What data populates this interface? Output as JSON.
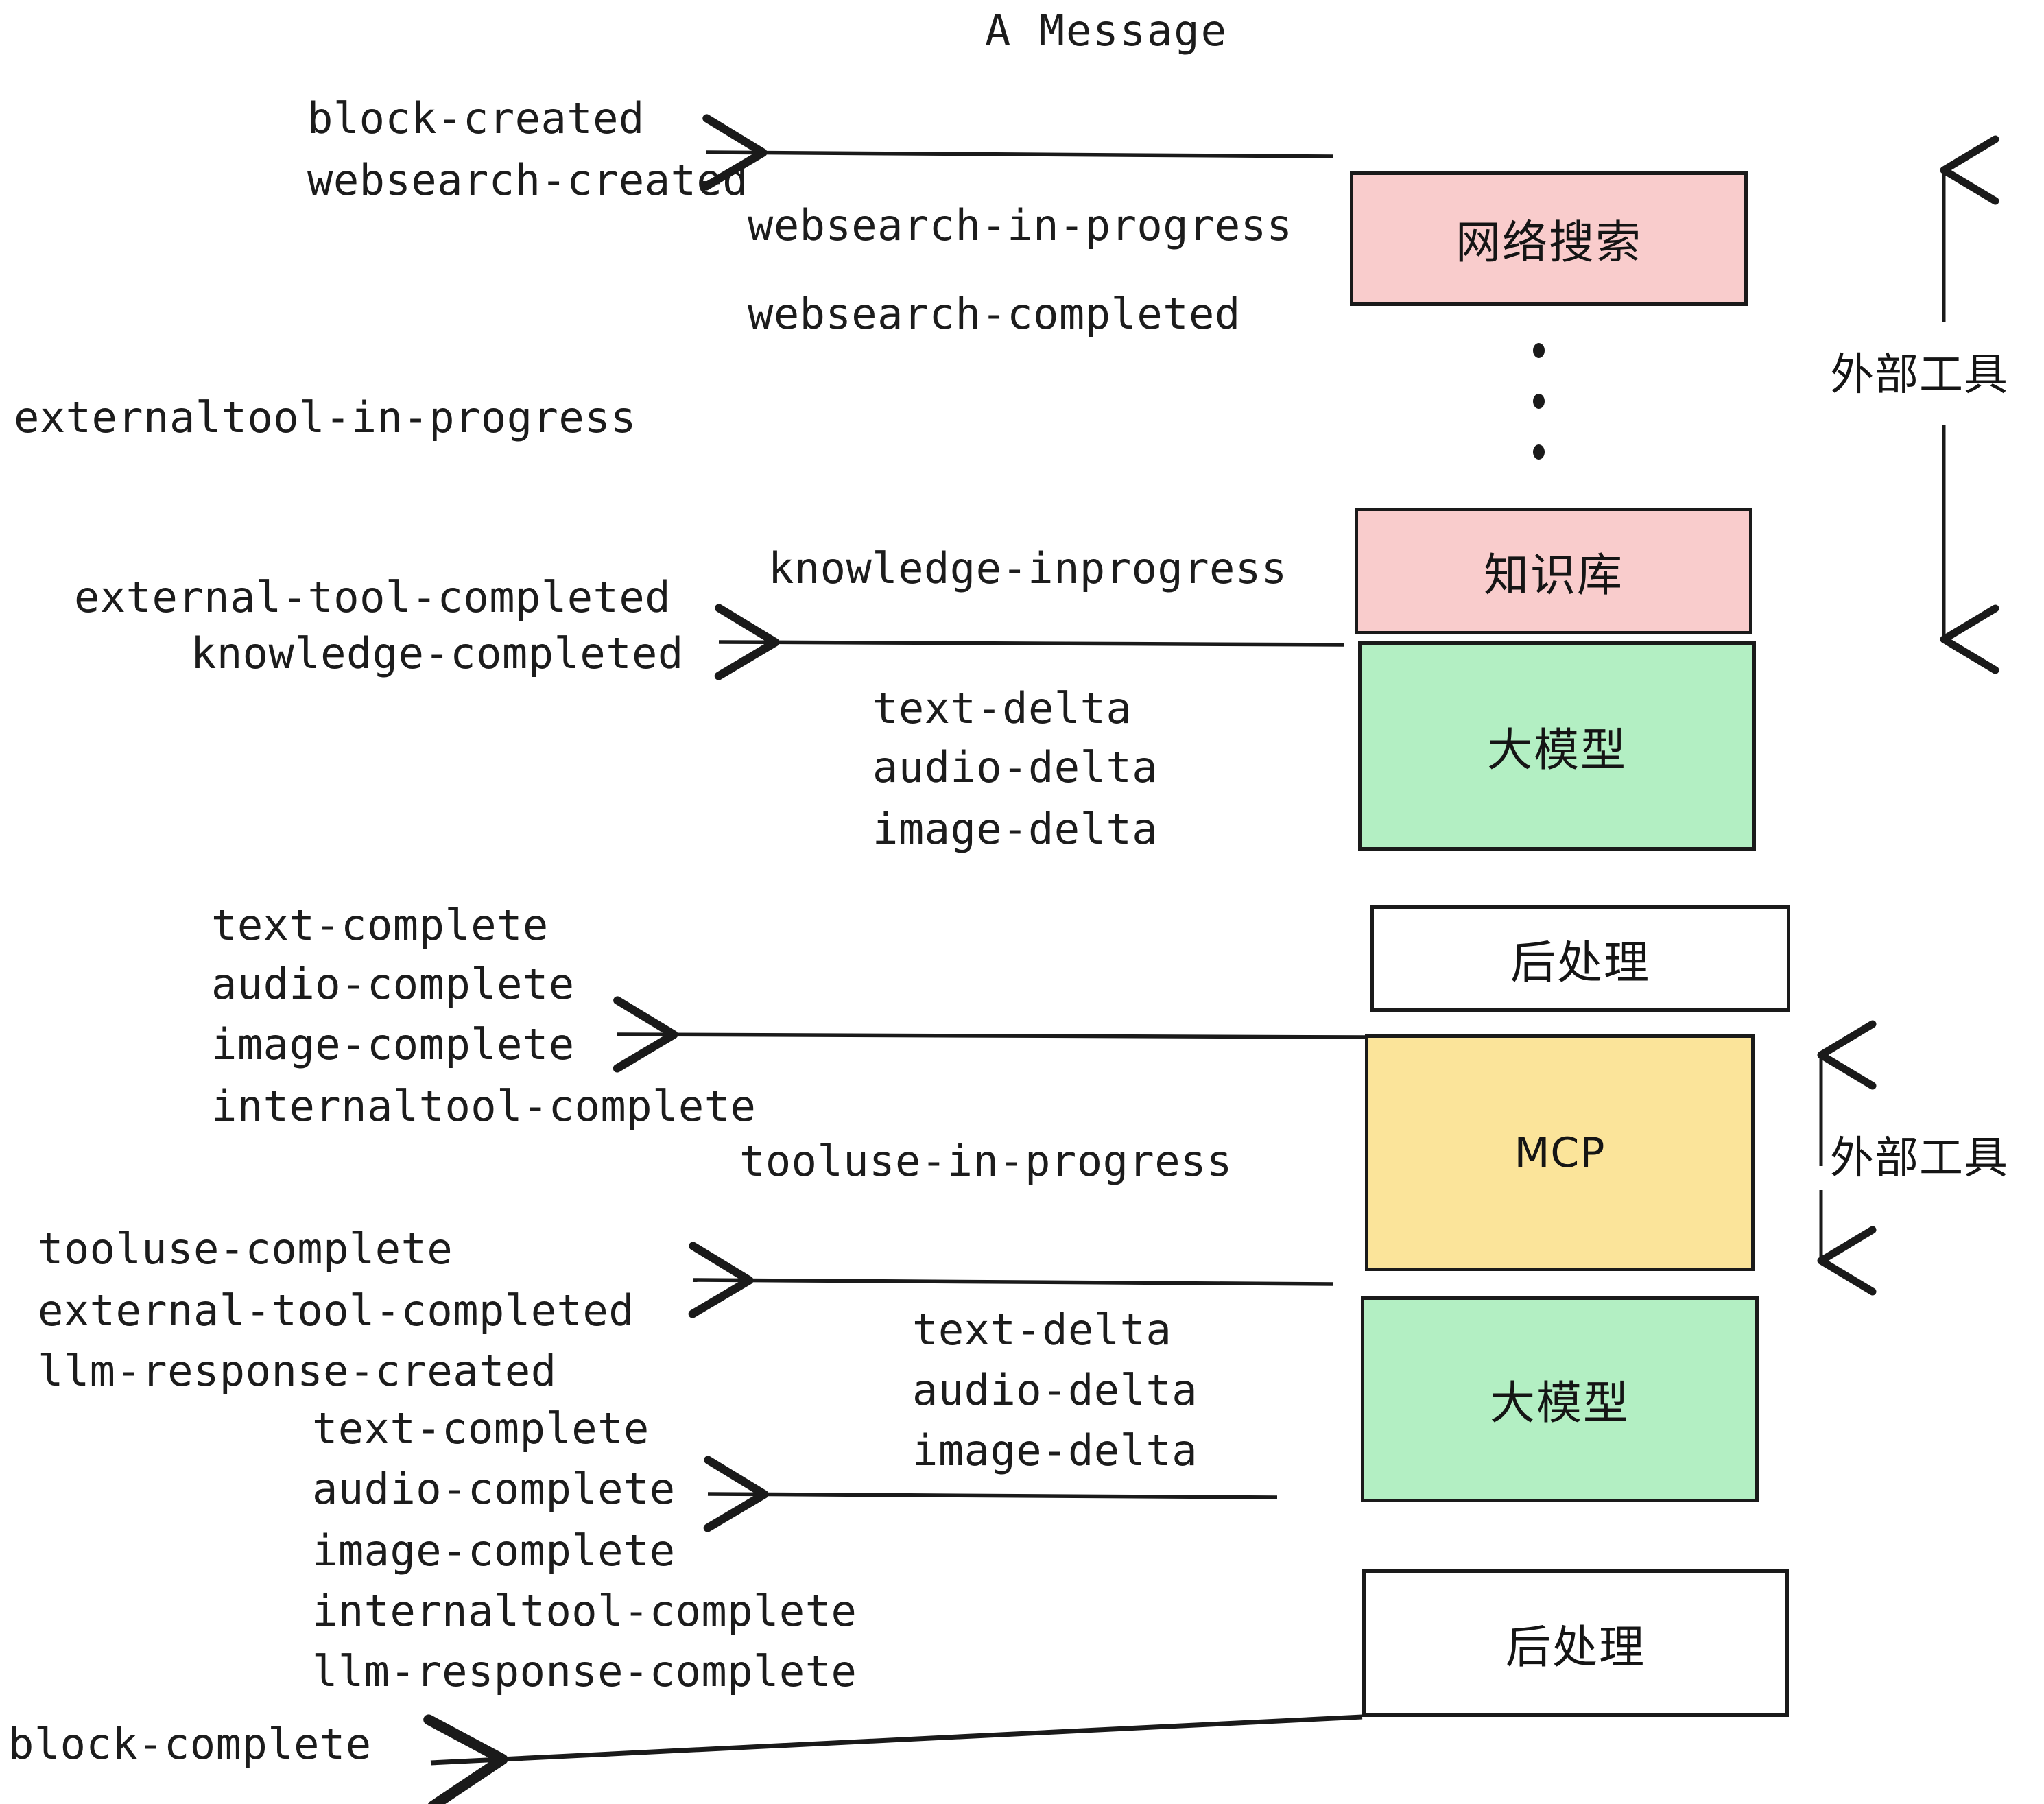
{
  "title": "A Message",
  "colors": {
    "external_tool_fill": "#f9cccc",
    "llm_fill": "#b3efc3",
    "mcp_fill": "#fbe49a",
    "postprocess_fill": "#ffffff",
    "stroke": "#1a1a1a",
    "text": "#1c1c1c",
    "background": "#ffffff"
  },
  "nodes": [
    {
      "id": "websearch",
      "label": "网络搜索",
      "fill": "external_tool_fill"
    },
    {
      "id": "knowledge",
      "label": "知识库",
      "fill": "external_tool_fill"
    },
    {
      "id": "llm_top",
      "label": "大模型",
      "fill": "llm_fill"
    },
    {
      "id": "postprocess_top",
      "label": "后处理",
      "fill": "postprocess_fill"
    },
    {
      "id": "mcp",
      "label": "MCP",
      "fill": "mcp_fill"
    },
    {
      "id": "llm_bottom",
      "label": "大模型",
      "fill": "llm_fill"
    },
    {
      "id": "postprocess_bottom",
      "label": "后处理",
      "fill": "postprocess_fill"
    }
  ],
  "group_labels": [
    {
      "id": "external-tool-top",
      "label": "外部工具"
    },
    {
      "id": "external-tool-bottom",
      "label": "外部工具"
    }
  ],
  "events": {
    "block_created": "block-created",
    "websearch_created": "websearch-created",
    "websearch_in_progress": "websearch-in-progress",
    "websearch_completed": "websearch-completed",
    "externaltool_in_progress": "externaltool-in-progress",
    "knowledge_inprogress": "knowledge-inprogress",
    "external_tool_completed_1": "external-tool-completed",
    "knowledge_completed": "knowledge-completed",
    "text_delta_1": "text-delta",
    "audio_delta_1": "audio-delta",
    "image_delta_1": "image-delta",
    "text_complete_1": "text-complete",
    "audio_complete_1": "audio-complete",
    "image_complete_1": "image-complete",
    "internaltool_complete_1": "internaltool-complete",
    "tooluse_in_progress": "tooluse-in-progress",
    "tooluse_complete": "tooluse-complete",
    "external_tool_completed_2": "external-tool-completed",
    "llm_response_created": "llm-response-created",
    "text_delta_2": "text-delta",
    "audio_delta_2": "audio-delta",
    "image_delta_2": "image-delta",
    "text_complete_2": "text-complete",
    "audio_complete_2": "audio-complete",
    "image_complete_2": "image-complete",
    "internaltool_complete_2": "internaltool-complete",
    "llm_response_complete": "llm-response-complete",
    "block_complete": "block-complete"
  }
}
